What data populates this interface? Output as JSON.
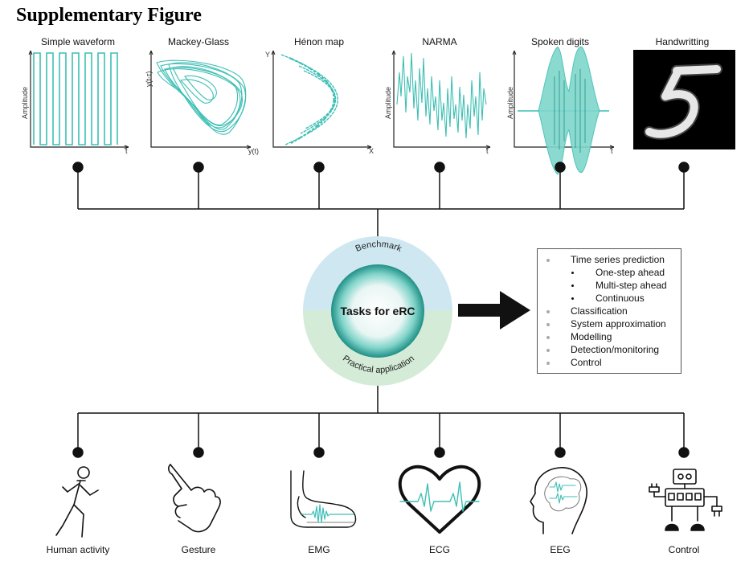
{
  "figure_title": "Supplementary Figure",
  "benchmark_panels": [
    {
      "title": "Simple waveform",
      "ylabel": "Amplitude",
      "xlabel": "t"
    },
    {
      "title": "Mackey-Glass",
      "ylabel": "y(t-τ)",
      "xlabel": "y(t)"
    },
    {
      "title": "Hénon map",
      "ylabel": "Y",
      "xlabel": "X"
    },
    {
      "title": "NARMA",
      "ylabel": "Amplitude",
      "xlabel": "t"
    },
    {
      "title": "Spoken digits",
      "ylabel": "Amplitude",
      "xlabel": "t"
    },
    {
      "title": "Handwritting"
    }
  ],
  "center": {
    "title": "Tasks for eRC",
    "top_label": "Benchmark",
    "bottom_label": "Practical application"
  },
  "task_list": {
    "items": [
      {
        "label": "Time series prediction",
        "level": 0
      },
      {
        "label": "One-step ahead",
        "level": 1
      },
      {
        "label": "Multi-step ahead",
        "level": 1
      },
      {
        "label": "Continuous",
        "level": 1
      },
      {
        "label": "Classification",
        "level": 0
      },
      {
        "label": "System approximation",
        "level": 0
      },
      {
        "label": "Modelling",
        "level": 0
      },
      {
        "label": "Detection/monitoring",
        "level": 0
      },
      {
        "label": "Control",
        "level": 0
      }
    ]
  },
  "applications": [
    {
      "label": "Human activity",
      "icon": "running-person-icon"
    },
    {
      "label": "Gesture",
      "icon": "pointing-hand-icon"
    },
    {
      "label": "EMG",
      "icon": "arm-muscle-icon"
    },
    {
      "label": "ECG",
      "icon": "heart-ecg-icon"
    },
    {
      "label": "EEG",
      "icon": "head-brain-icon"
    },
    {
      "label": "Control",
      "icon": "robot-icon"
    }
  ],
  "colors": {
    "teal": "#3dbfb4",
    "teal_dark": "#1f8f86",
    "benchmark_band": "#cfe7f1",
    "application_band": "#d4ecd7"
  }
}
